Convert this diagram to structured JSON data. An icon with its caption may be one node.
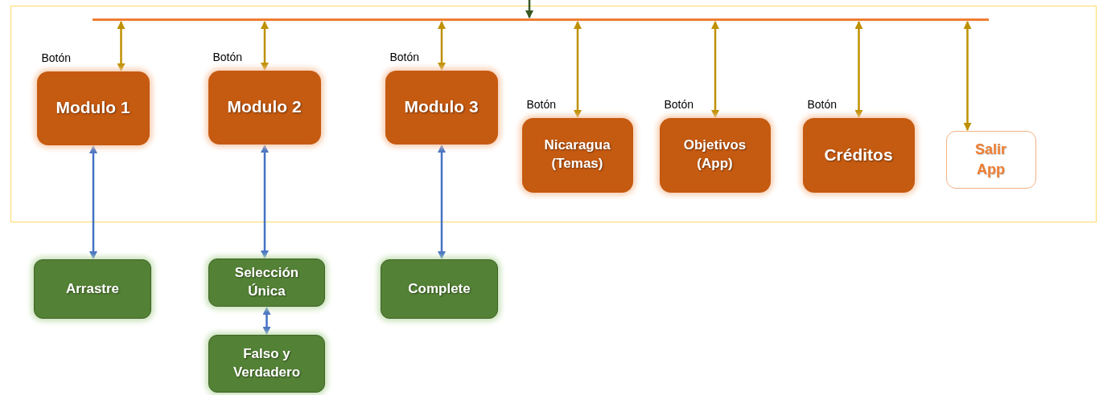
{
  "diagram": {
    "nodes": [
      {
        "text": [],
        "shape": "box"
      },
      {
        "text": [],
        "shape": "bar",
        "in": 0
      },
      {
        "text": [
          "Modulo 1"
        ],
        "in": 0,
        "beside": [
          "Botón"
        ]
      },
      {
        "text": [
          "Modulo 2"
        ],
        "in": 0,
        "beside": [
          "Botón"
        ]
      },
      {
        "text": [
          "Modulo 3"
        ],
        "in": 0,
        "beside": [
          "Botón"
        ]
      },
      {
        "text": [
          "Nicaragua (Temas)"
        ],
        "in": 0,
        "beside": [
          "Botón"
        ]
      },
      {
        "text": [
          "Objetivos (App)"
        ],
        "in": 0,
        "beside": [
          "Botón"
        ]
      },
      {
        "text": [
          "Créditos"
        ],
        "in": 0,
        "beside": [
          "Botón"
        ]
      },
      {
        "text": [
          "Salir App"
        ],
        "in": 0
      },
      {
        "text": [
          "Arrastre"
        ]
      },
      {
        "text": [
          "Selección Única"
        ]
      },
      {
        "text": [
          "Falso y Verdadero"
        ]
      },
      {
        "text": [
          "Complete"
        ]
      }
    ],
    "edges": [
      {
        "from": null,
        "to": 1,
        "arrow": "to",
        "color": "#375623"
      },
      {
        "from": 1,
        "to": 2,
        "arrow": "both"
      },
      {
        "from": 1,
        "to": 3,
        "arrow": "both"
      },
      {
        "from": 1,
        "to": 4,
        "arrow": "both"
      },
      {
        "from": 1,
        "to": 5,
        "arrow": "both"
      },
      {
        "from": 1,
        "to": 6,
        "arrow": "both"
      },
      {
        "from": 1,
        "to": 7,
        "arrow": "both"
      },
      {
        "from": 1,
        "to": 8,
        "arrow": "both"
      },
      {
        "from": 2,
        "to": 9,
        "arrow": "both",
        "color": "#4472c4"
      },
      {
        "from": 3,
        "to": 10,
        "arrow": "both",
        "color": "#4472c4"
      },
      {
        "from": 4,
        "to": 12,
        "arrow": "both",
        "color": "#4472c4"
      },
      {
        "from": 10,
        "to": 11,
        "arrow": "both",
        "color": "#4472c4"
      }
    ]
  }
}
